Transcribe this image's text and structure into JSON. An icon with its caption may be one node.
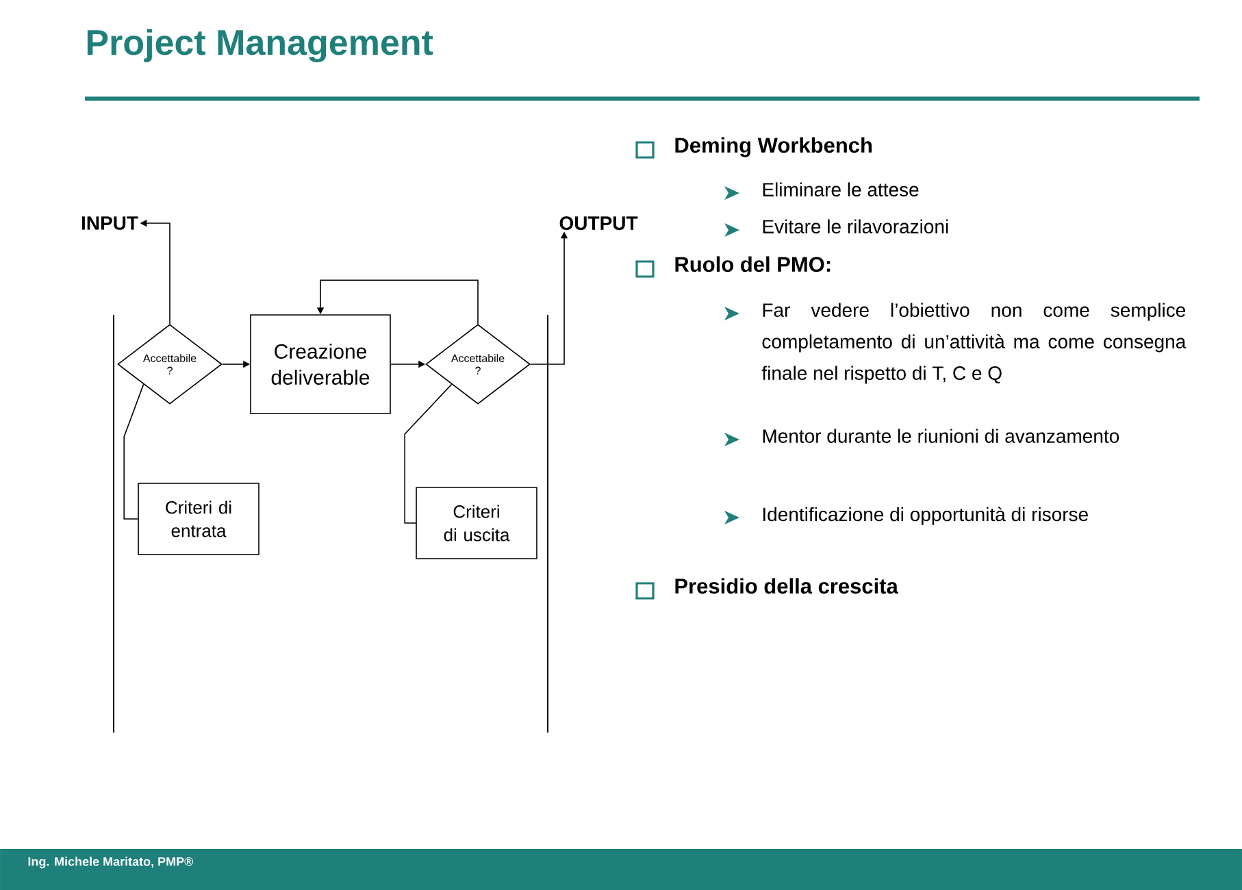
{
  "diagram": {
    "title": "Project Management",
    "nodes": [
      {
        "text": [
          "INPUT"
        ]
      },
      {
        "text": [
          "OUTPUT"
        ]
      },
      {
        "text": [
          "Accettabile ?"
        ]
      },
      {
        "text": [
          "Creazione deliverable"
        ]
      },
      {
        "text": [
          "Accettabile ?"
        ]
      },
      {
        "text": [
          "Criteri di entrata"
        ]
      },
      {
        "text": [
          "Criteri di uscita"
        ]
      }
    ],
    "edges": [
      {
        "from": 2,
        "to": 0,
        "arrow": "to"
      },
      {
        "from": 2,
        "to": 3,
        "arrow": "to"
      },
      {
        "from": 3,
        "to": 4,
        "arrow": "to"
      },
      {
        "from": 4,
        "to": 3,
        "arrow": "to"
      },
      {
        "from": 4,
        "to": 1,
        "arrow": "to"
      },
      {
        "from": 5,
        "to": 2,
        "arrow": "none"
      },
      {
        "from": 6,
        "to": 4,
        "arrow": "none"
      }
    ],
    "labels": [
      "Deming Workbench",
      "Eliminare le attese",
      "Evitare le rilavorazioni",
      "Ruolo del PMO:",
      "Far vedere l’obiettivo non come semplice completamento di un’attività ma come consegna finale nel rispetto di T, C e Q",
      "Mentor durante le riunioni di avanzamento",
      "Identificazione di opportunità di risorse",
      "Presidio della crescita",
      "Ing. Michele Maritato, PMP®"
    ]
  }
}
